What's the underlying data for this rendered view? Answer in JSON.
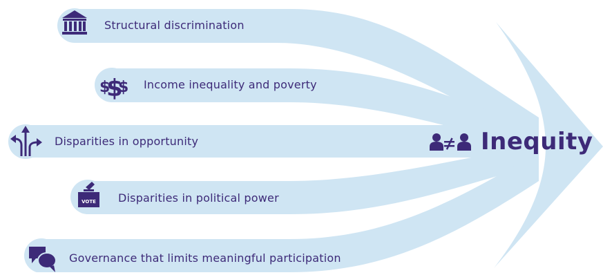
{
  "colors": {
    "flow": "#cfe5f3",
    "ink": "#3d2a78"
  },
  "outcome": {
    "label": "Inequity",
    "icon": "people-not-equal-icon"
  },
  "drivers": [
    {
      "label": "Structural discrimination",
      "icon": "institution-building-icon"
    },
    {
      "label": "Income inequality and poverty",
      "icon": "dollar-signs-icon"
    },
    {
      "label": "Disparities in opportunity",
      "icon": "diverging-arrows-icon"
    },
    {
      "label": "Disparities in political power",
      "icon": "ballot-box-icon",
      "icon_text": "VOTE"
    },
    {
      "label": "Governance that limits meaningful participation",
      "icon": "speech-bubbles-icon"
    }
  ]
}
